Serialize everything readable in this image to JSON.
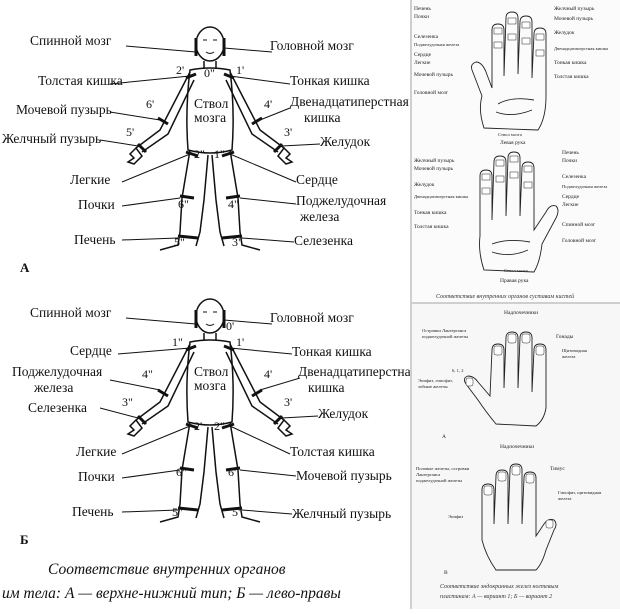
{
  "figure_a": {
    "letter": "A",
    "spinal_cord": "Спинной мозг",
    "brain": "Головной мозг",
    "large_intestine": "Толстая кишка",
    "small_intestine": "Тонкая кишка",
    "bladder": "Мочевой пузырь",
    "duodenum_1": "Двенадцатиперстная",
    "duodenum_2": "кишка",
    "gallbladder": "Желчный пузырь",
    "stomach": "Желудок",
    "lungs": "Легкие",
    "heart": "Сердце",
    "kidneys": "Почки",
    "pancreas_1": "Поджелудочная",
    "pancreas_2": "железа",
    "liver": "Печень",
    "spleen": "Селезенка",
    "trunk_1": "Ствол",
    "trunk_2": "мозга",
    "marks": [
      "0\"",
      "2'",
      "1'",
      "6'",
      "4'",
      "5'",
      "3'",
      "2\"",
      "1\"",
      "6\"",
      "4\"",
      "5\"",
      "3\""
    ]
  },
  "figure_b": {
    "letter": "Б",
    "spinal_cord": "Спинной мозг",
    "brain": "Головной мозг",
    "heart": "Сердце",
    "small_intestine": "Тонкая кишка",
    "pancreas_1": "Поджелудочная",
    "pancreas_2": "железа",
    "duodenum_1": "Двенадцатиперстная",
    "duodenum_2": "кишка",
    "spleen": "Селезенка",
    "stomach": "Желудок",
    "lungs": "Легкие",
    "large_intestine": "Толстая кишка",
    "kidneys": "Почки",
    "bladder": "Мочевой пузырь",
    "liver": "Печень",
    "gallbladder": "Желчный пузырь",
    "trunk_1": "Ствол",
    "trunk_2": "мозга",
    "marks": [
      "0'",
      "1\"",
      "1'",
      "4\"",
      "4'",
      "3\"",
      "3'",
      "2'",
      "2\"",
      "6\"",
      "6'",
      "5\"",
      "5'"
    ]
  },
  "main_caption": {
    "line1": "Соответствие внутренних органов",
    "line2": "им тела: А — верхне-нижний тип; Б — лево-правы"
  },
  "hands": {
    "left_hand": {
      "labels_left": [
        "Печень",
        "Почки",
        "Селезенка",
        "Поджелудочная железа",
        "Сердце",
        "Легкие",
        "Мочевой пузырь",
        "Головной мозг"
      ],
      "labels_right": [
        "Желчный пузырь",
        "Мочевой пузырь",
        "Желудок",
        "Двенадцатиперстная кишка",
        "Тонкая кишка",
        "Толстая кишка"
      ],
      "trunk": "Ствол мозга",
      "caption": "Левая рука"
    },
    "right_hand": {
      "labels_left": [
        "Желчный пузырь",
        "Мочевой пузырь",
        "Желудок",
        "Двенадцатиперстная кишка",
        "Тонкая кишка",
        "Толстая кишка"
      ],
      "labels_right": [
        "Печень",
        "Почки",
        "Селезенка",
        "Поджелудочная железа",
        "Сердце",
        "Легкие",
        "Спинной мозг",
        "Головной мозг"
      ],
      "trunk": "Ствол мозга",
      "caption": "Правая рука"
    },
    "caption": "Соответствие внутренних органов суставам кистей"
  },
  "glands": {
    "a_top": "Надпочечники",
    "a_left_1": "Островки Лангерганса",
    "a_left_2": "поджелудочной железы",
    "a_gonads": "Гонады",
    "a_thyroid_1": "Щитовидная",
    "a_thyroid_2": "железа",
    "a_epiphysis_1": "Эпифиз, гипофиз,",
    "a_epiphysis_2": "зобные железы",
    "a_numbers": "6, 1, 2",
    "a_letter": "А",
    "b_top": "Надпочечники",
    "b_left_1": "Половые железы, островки",
    "b_left_2": "Лангерганса",
    "b_left_3": "поджелудочной железы",
    "b_thymus": "Тимус",
    "b_right_1": "Гипофиз, щитовидная",
    "b_right_2": "железа",
    "b_epiphysis": "Эпифиз",
    "b_letter": "В",
    "caption_1": "Соответствие эндокринных желез ногтевым",
    "caption_2": "пластинам: А — вариант 1; Б — вариант 2"
  }
}
